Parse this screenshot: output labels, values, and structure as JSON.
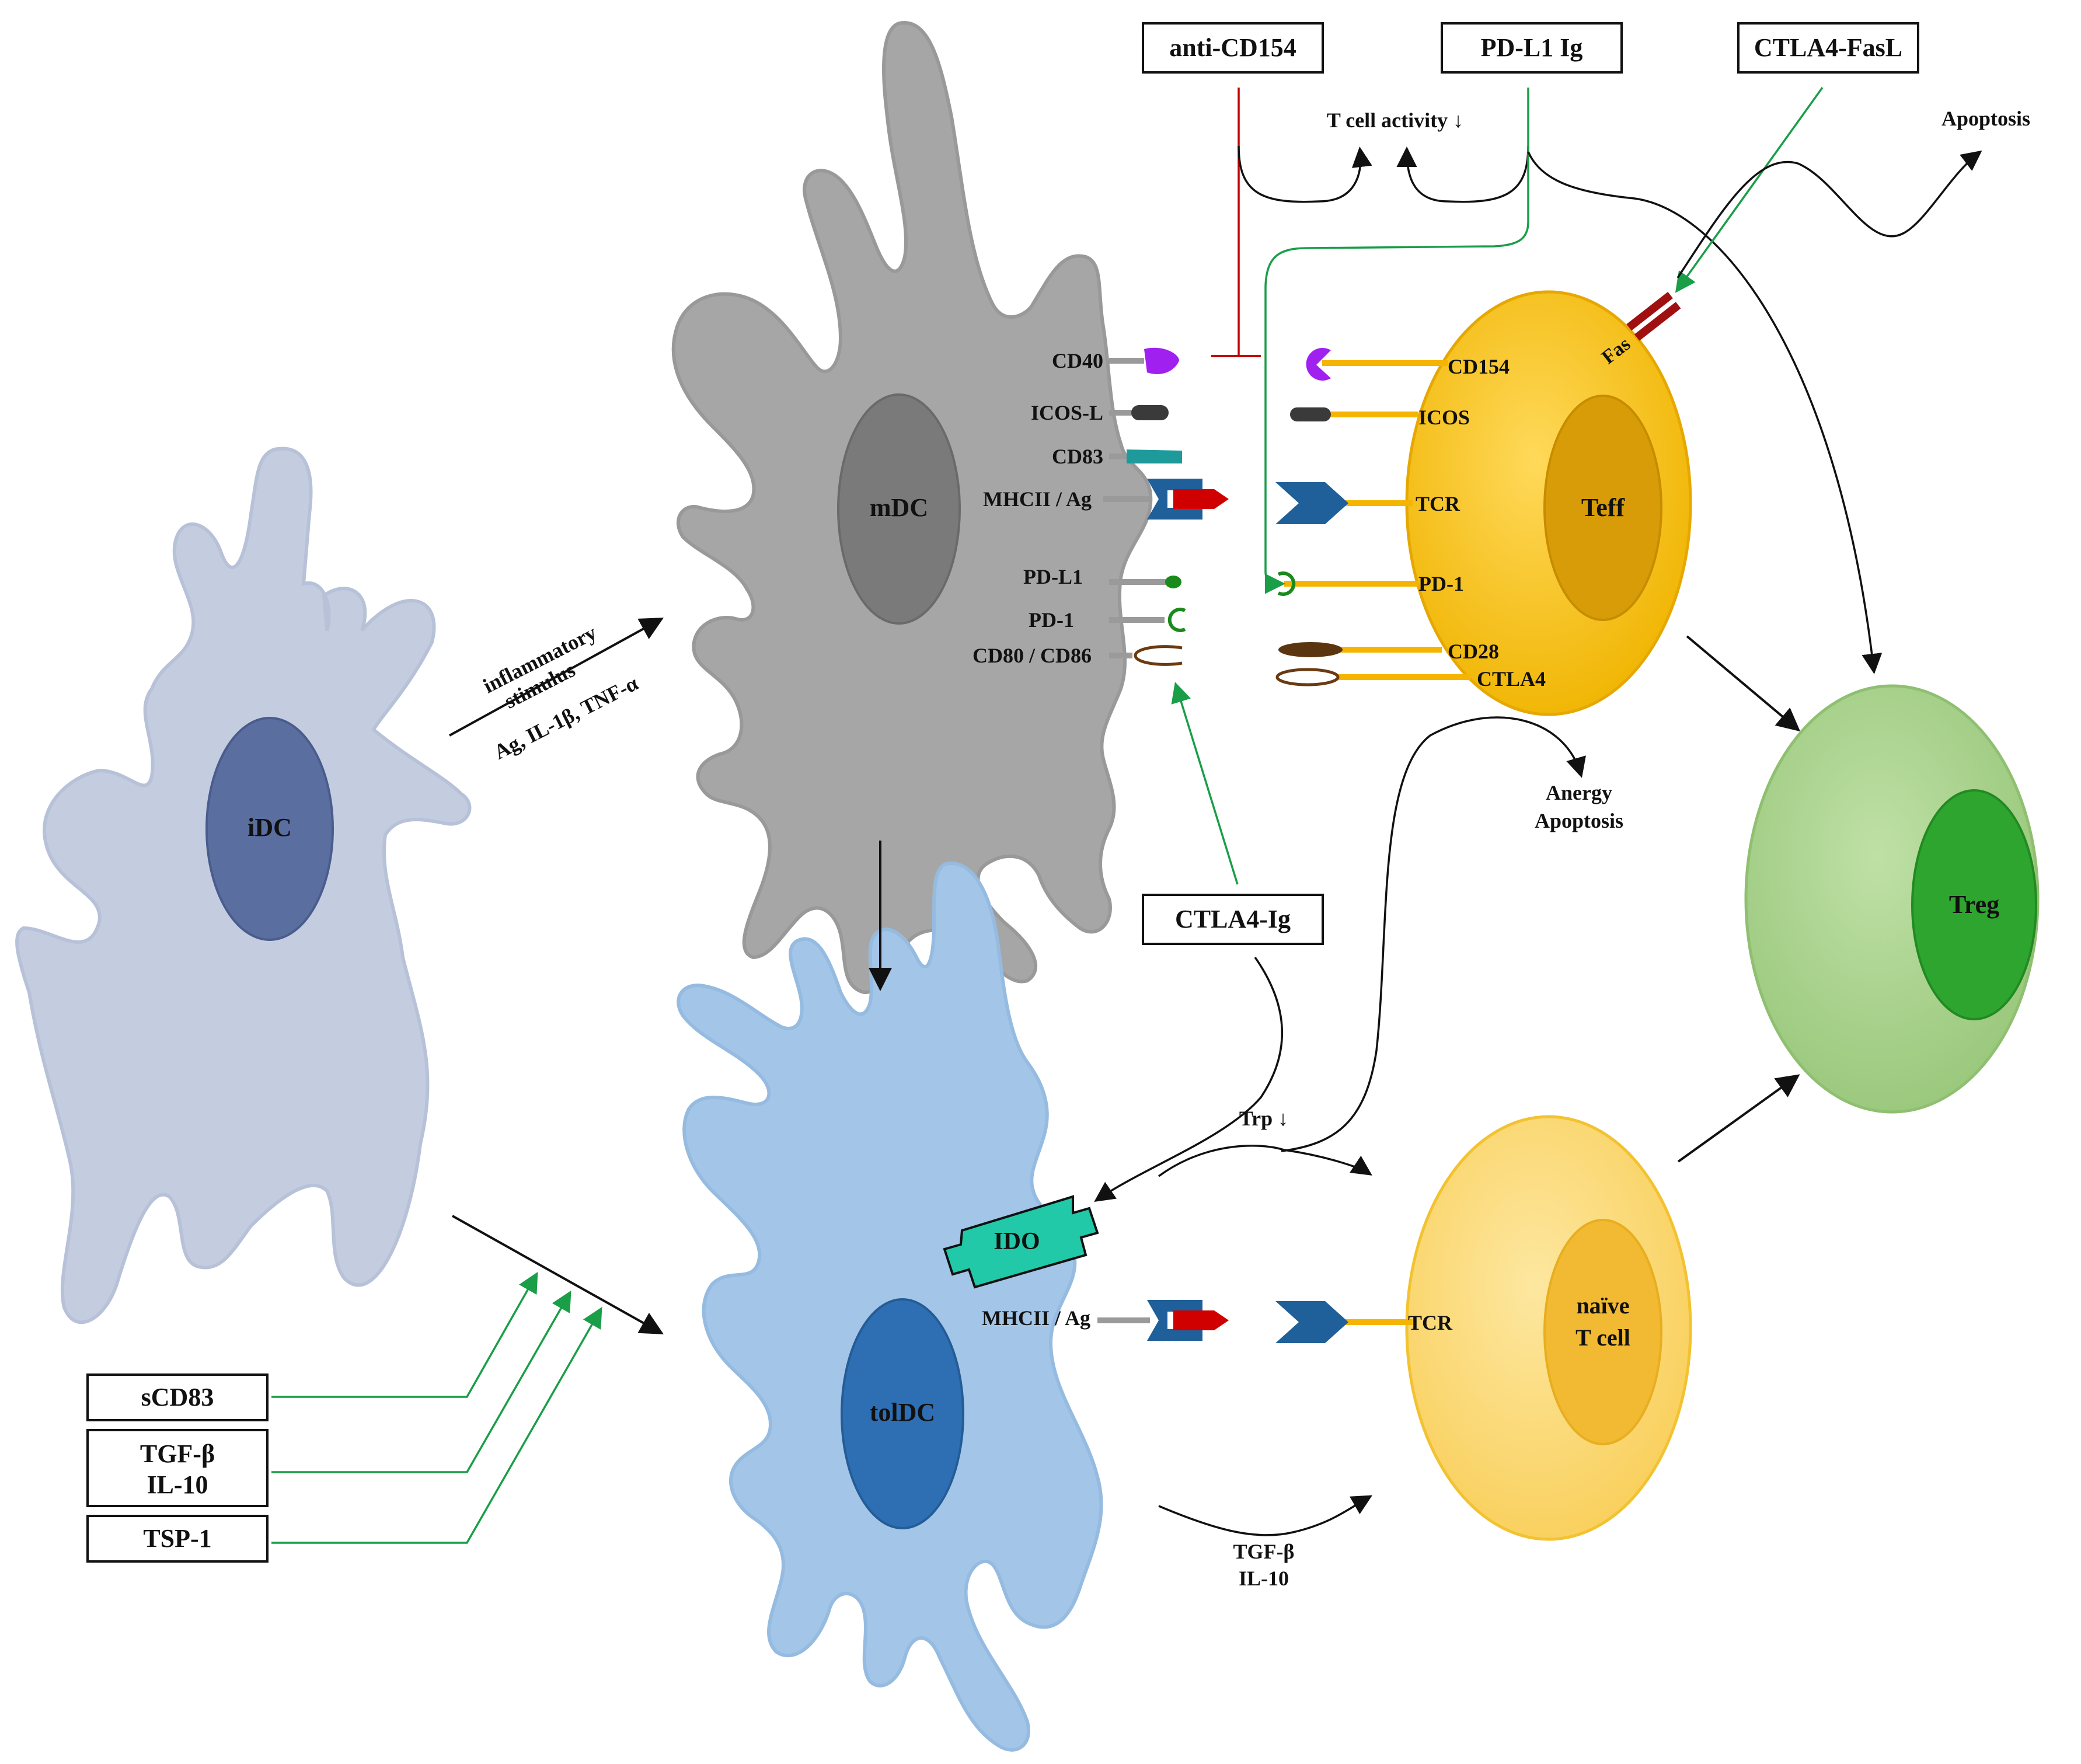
{
  "cells": {
    "idc": "iDC",
    "mdc": "mDC",
    "toldc": "tolDC",
    "teff": "Teff",
    "naive_line1": "naïve",
    "naive_line2": "T cell",
    "treg": "Treg"
  },
  "boxes": {
    "anti_cd154": "anti-CD154",
    "pdl1_ig": "PD-L1 Ig",
    "ctla4_fasl": "CTLA4-FasL",
    "ctla4_ig": "CTLA4-Ig",
    "scd83": "sCD83",
    "tgfb": "TGF-β",
    "il10": "IL-10",
    "tsp1": "TSP-1",
    "ido": "IDO"
  },
  "mdc_molecules": {
    "cd40": "CD40",
    "icosl": "ICOS-L",
    "cd83": "CD83",
    "mhc": "MHCII / Ag",
    "pdl1": "PD-L1",
    "pd1": "PD-1",
    "cd80": "CD80 / CD86"
  },
  "teff_molecules": {
    "cd154": "CD154",
    "icos": "ICOS",
    "tcr": "TCR",
    "pd1": "PD-1",
    "cd28": "CD28",
    "ctla4": "CTLA4",
    "fas": "Fas"
  },
  "tol_molecules": {
    "mhc": "MHCII / Ag",
    "tcr": "TCR"
  },
  "annotations": {
    "inflam1": "inflammatory",
    "inflam2": "stimulus",
    "inflam3": "Ag, IL-1β, TNF-α",
    "tcell_activity": "T cell activity ↓",
    "apoptosis_top": "Apoptosis",
    "anergy": "Anergy",
    "apoptosis_mid": "Apoptosis",
    "trp": "Trp ↓",
    "tol_tgfb": "TGF-β",
    "tol_il10": "IL-10"
  },
  "colors": {
    "idc_body": "#c4cde0",
    "idc_nucleus": "#5b6ea0",
    "mdc_body": "#a6a6a6",
    "mdc_nucleus": "#7a7a7a",
    "toldc_body": "#a3c5e8",
    "toldc_nucleus": "#2e6fb4",
    "teff_body": "#f8c22a",
    "teff_nucleus": "#d89c08",
    "naive_body": "#fbd872",
    "naive_nucleus": "#f2ba32",
    "treg_body": "#a9d18e",
    "treg_nucleus": "#2ea52e",
    "stimulatory_arrow": "#1a9e48",
    "inhibitory_line": "#c00000",
    "black_arrow": "#111111",
    "receptor_stalk": "#f5b400",
    "ligand_stalk": "#9a9a9a",
    "ido_fill": "#22c9a8"
  }
}
